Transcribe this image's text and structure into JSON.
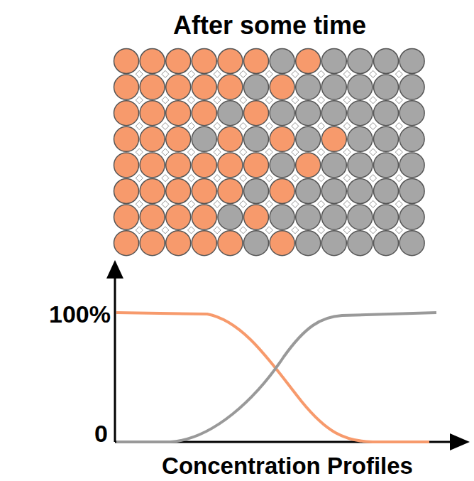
{
  "diagram": {
    "title": "After some time",
    "labels": [
      "100%",
      "0",
      "Concentration Profiles"
    ]
  }
}
